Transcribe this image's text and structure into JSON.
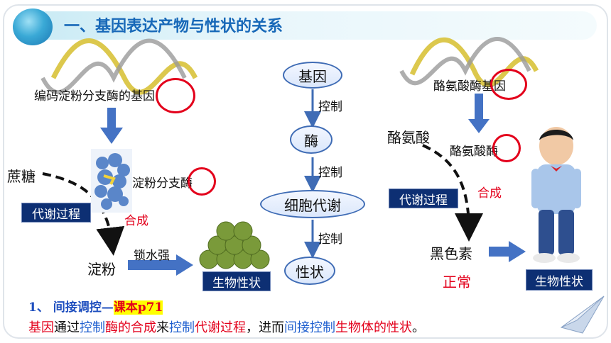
{
  "title": "一、基因表达产物与性状的关系",
  "left": {
    "gene_label": "编码淀粉分支酶的基因",
    "enzyme_label": "淀粉分支酶",
    "sucrose": "蔗糖",
    "metabolism": "代谢过程",
    "synthesis": "合成",
    "starch": "淀粉",
    "water": "锁水强",
    "trait": "生物性状"
  },
  "center": {
    "gene": "基因",
    "control1": "控制",
    "enzyme": "酶",
    "control2": "控制",
    "cell_metabolism": "细胞代谢",
    "control3": "控制",
    "trait": "性状"
  },
  "right": {
    "gene_label": "酪氨酸酶基因",
    "tyrosine": "酪氨酸",
    "enzyme_label": "酪氨酸酶",
    "metabolism": "代谢过程",
    "synthesis": "合成",
    "melanin": "黑色素",
    "normal": "正常",
    "trait": "生物性状"
  },
  "footer": {
    "number": "1、",
    "heading": "间接调控—",
    "ref": "课本p71",
    "s1": "基因",
    "s2": "通过",
    "s3": "控制",
    "s4": "酶的合成",
    "s5": "来",
    "s6": "控制",
    "s7": "代谢过程",
    "s8": "，进而",
    "s9": "间接控制",
    "s10": "生物体的性状",
    "s11": "。"
  },
  "colors": {
    "title": "#1768b8",
    "label_bg": "#0d2f73",
    "red": "#e3001b",
    "arrow": "#4472c4"
  }
}
